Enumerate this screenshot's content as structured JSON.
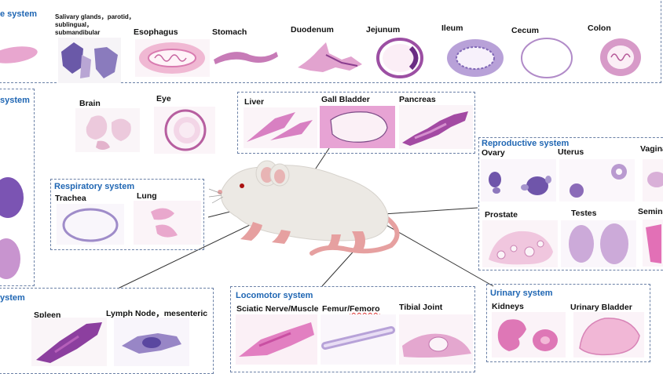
{
  "digestive": {
    "title": "e system",
    "labels": {
      "salivary": "Salivary glands，parotid，sublingual，submandibular",
      "esophagus": "Esophagus",
      "stomach": "Stomach",
      "duodenum": "Duodenum",
      "jejunum": "Jejunum",
      "ileum": "Ileum",
      "cecum": "Cecum",
      "colon": "Colon"
    }
  },
  "nervous": {
    "title": "system",
    "labels": {
      "brain": "Brain",
      "eye": "Eye"
    }
  },
  "hepatic": {
    "labels": {
      "liver": "Liver",
      "gall_bladder": "Gall Bladder",
      "pancreas": "Pancreas"
    }
  },
  "respiratory": {
    "title": "Respiratory system",
    "labels": {
      "trachea": "Trachea",
      "lung": "Lung"
    }
  },
  "reproductive": {
    "title": "Reproductive system",
    "labels": {
      "ovary": "Ovary",
      "uterus": "Uterus",
      "vagina": "Vagina",
      "prostate": "Prostate",
      "testes": "Testes",
      "seminal": "Semina"
    }
  },
  "lymphatic": {
    "title": "ystem",
    "labels": {
      "spleen": "Spleen",
      "lymph_node": "Lymph Node，mesenteric"
    }
  },
  "locomotor": {
    "title": "Locomotor system",
    "labels": {
      "sciatic": "Sciatic Nerve/Muscle",
      "femur_a": "Femur/",
      "femur_b": "Femoro",
      "tibial": "Tibial Joint"
    }
  },
  "urinary": {
    "title": "Urinary system",
    "labels": {
      "kidneys": "Kidneys",
      "bladder": "Urinary Bladder"
    }
  },
  "colors": {
    "section_title": "#1f66b3",
    "frame": "#6a80a6",
    "he_pink": "#e8a6cf",
    "he_purple": "#7d3fa6",
    "mouse_body": "#ece9e4",
    "mouse_tail": "#e6a0a0"
  }
}
